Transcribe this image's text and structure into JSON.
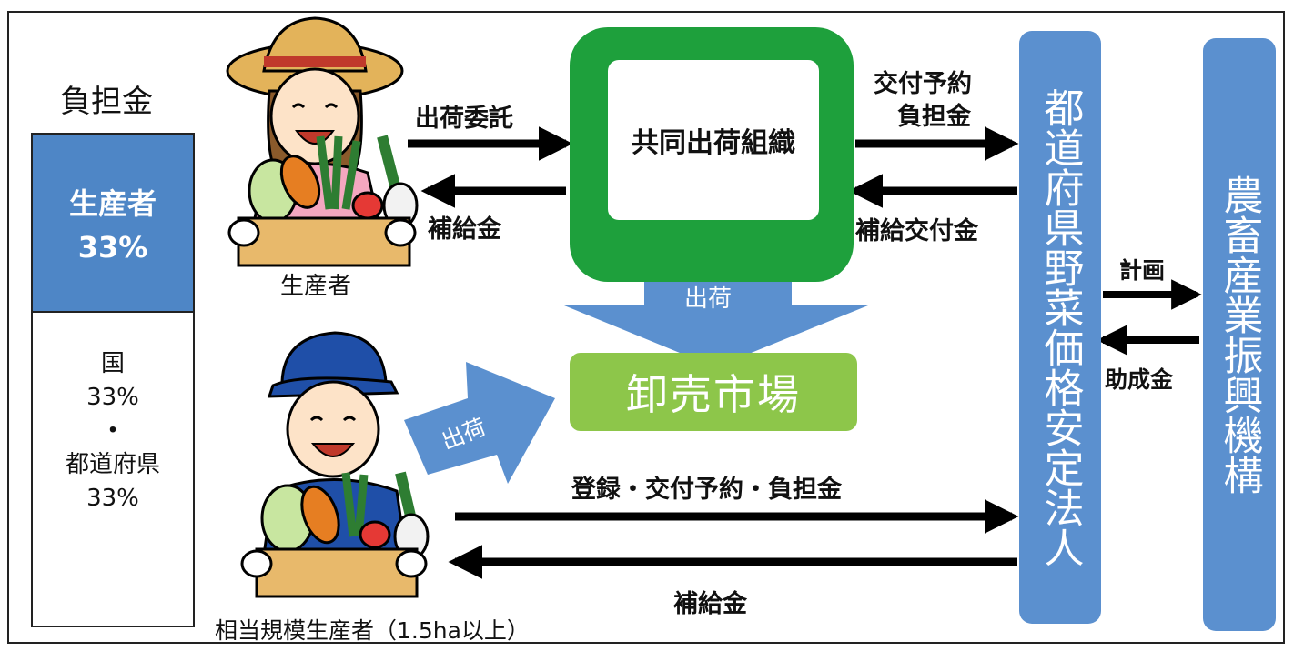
{
  "burden": {
    "title": "負担金",
    "producer_label": "生産者",
    "producer_pct": "33%",
    "gov_lines": [
      "国",
      "33%",
      "・",
      "都道府県",
      "33%"
    ]
  },
  "actors": {
    "producer": "生産者",
    "large_producer": "相当規模生産者（1.5ha以上）",
    "shipping_org": "共同出荷組織",
    "market": "卸売市場",
    "pref_corp": "都道府県野菜価格安定法人",
    "alic": "農畜産業振興機構"
  },
  "flows": {
    "consign": "出荷委託",
    "subsidy1": "補給金",
    "ship_down": "出荷",
    "ship_diag": "出荷",
    "grant_reserve_l1": "交付予約",
    "grant_reserve_l2": "負担金",
    "subsidy_grant": "補給交付金",
    "plan": "計画",
    "aid": "助成金",
    "register": "登録・交付予約・負担金",
    "subsidy2": "補給金"
  },
  "colors": {
    "blue": "#5b90cf",
    "green_org": "#1ea03c",
    "green_market": "#8dc64a",
    "share_blue": "#4e86c6"
  }
}
